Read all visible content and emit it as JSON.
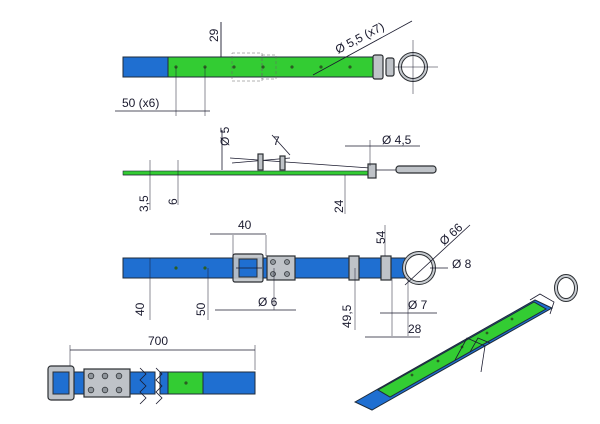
{
  "colors": {
    "blue": "#1f6fd1",
    "green": "#33cc33",
    "metal": "#bfc3c8",
    "dimension": "#1a1a2e"
  },
  "top_view": {
    "dim_29": "29",
    "dim_hole_diameter": "Ø 5,5  (x7)",
    "dim_hole_spacing": "50  (x6)"
  },
  "side_view": {
    "dim_5": "Ø 5",
    "dim_7": "7",
    "dim_4_5": "Ø 4,5",
    "dim_3_5": "3,5",
    "dim_6": "6",
    "dim_24": "24"
  },
  "bottom_view": {
    "dim_40_top": "40",
    "dim_54": "54",
    "dim_66": "Ø 66",
    "dim_8": "Ø 8",
    "dim_40_left": "40",
    "dim_50": "50",
    "dim_6": "Ø 6",
    "dim_49_5": "49,5",
    "dim_7": "Ø 7",
    "dim_28": "28"
  },
  "length_view": {
    "dim_700": "700"
  }
}
